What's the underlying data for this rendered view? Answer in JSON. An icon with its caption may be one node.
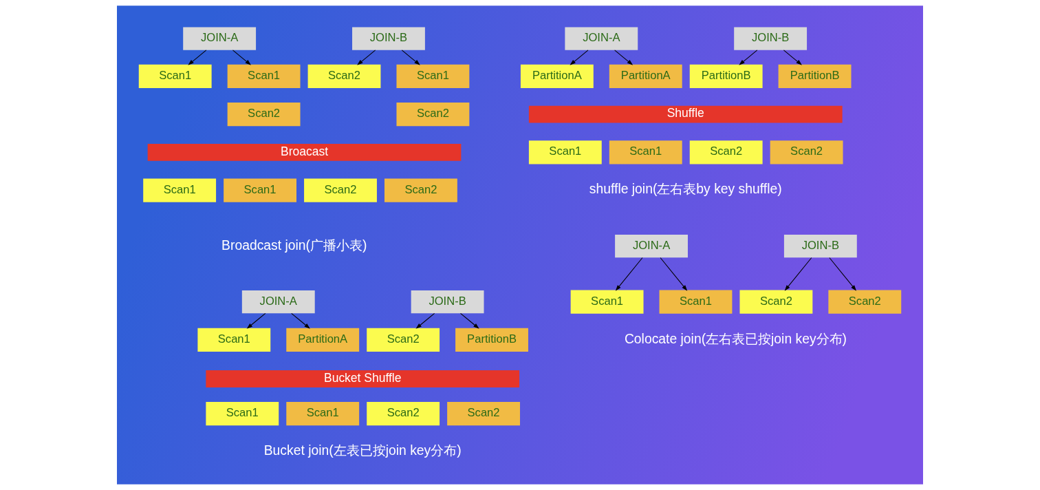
{
  "diagram": {
    "nodes": [
      {
        "text": [
          "JOIN-A"
        ]
      },
      {
        "text": [
          "Scan1"
        ]
      },
      {
        "text": [
          "Scan1"
        ]
      },
      {
        "text": [
          "Scan2"
        ]
      },
      {
        "text": [
          "JOIN-B"
        ]
      },
      {
        "text": [
          "Scan2"
        ]
      },
      {
        "text": [
          "Scan1"
        ]
      },
      {
        "text": [
          "Scan2"
        ]
      },
      {
        "text": [
          "Broacast"
        ]
      },
      {
        "text": [
          "Scan1"
        ]
      },
      {
        "text": [
          "Scan1"
        ]
      },
      {
        "text": [
          "Scan2"
        ]
      },
      {
        "text": [
          "Scan2"
        ]
      },
      {
        "text": [
          "JOIN-A"
        ]
      },
      {
        "text": [
          "PartitionA"
        ]
      },
      {
        "text": [
          "PartitionA"
        ]
      },
      {
        "text": [
          "JOIN-B"
        ]
      },
      {
        "text": [
          "PartitionB"
        ]
      },
      {
        "text": [
          "PartitionB"
        ]
      },
      {
        "text": [
          "Shuffle"
        ]
      },
      {
        "text": [
          "Scan1"
        ]
      },
      {
        "text": [
          "Scan1"
        ]
      },
      {
        "text": [
          "Scan2"
        ]
      },
      {
        "text": [
          "Scan2"
        ]
      },
      {
        "text": [
          "JOIN-A"
        ]
      },
      {
        "text": [
          "Scan1"
        ]
      },
      {
        "text": [
          "PartitionA"
        ]
      },
      {
        "text": [
          "JOIN-B"
        ]
      },
      {
        "text": [
          "Scan2"
        ]
      },
      {
        "text": [
          "PartitionB"
        ]
      },
      {
        "text": [
          "Bucket Shuffle"
        ]
      },
      {
        "text": [
          "Scan1"
        ]
      },
      {
        "text": [
          "Scan1"
        ]
      },
      {
        "text": [
          "Scan2"
        ]
      },
      {
        "text": [
          "Scan2"
        ]
      },
      {
        "text": [
          "JOIN-A"
        ]
      },
      {
        "text": [
          "Scan1"
        ]
      },
      {
        "text": [
          "Scan1"
        ]
      },
      {
        "text": [
          "JOIN-B"
        ]
      },
      {
        "text": [
          "Scan2"
        ]
      },
      {
        "text": [
          "Scan2"
        ]
      }
    ],
    "edges": [
      {
        "from": 0,
        "to": 1,
        "arrow": "to"
      },
      {
        "from": 0,
        "to": 2,
        "arrow": "to"
      },
      {
        "from": 4,
        "to": 5,
        "arrow": "to"
      },
      {
        "from": 4,
        "to": 6,
        "arrow": "to"
      },
      {
        "from": 13,
        "to": 14,
        "arrow": "to"
      },
      {
        "from": 13,
        "to": 15,
        "arrow": "to"
      },
      {
        "from": 16,
        "to": 17,
        "arrow": "to"
      },
      {
        "from": 16,
        "to": 18,
        "arrow": "to"
      },
      {
        "from": 24,
        "to": 25,
        "arrow": "to"
      },
      {
        "from": 24,
        "to": 26,
        "arrow": "to"
      },
      {
        "from": 27,
        "to": 28,
        "arrow": "to"
      },
      {
        "from": 27,
        "to": 29,
        "arrow": "to"
      },
      {
        "from": 35,
        "to": 36,
        "arrow": "to"
      },
      {
        "from": 35,
        "to": 37,
        "arrow": "to"
      },
      {
        "from": 38,
        "to": 39,
        "arrow": "to"
      },
      {
        "from": 38,
        "to": 40,
        "arrow": "to"
      }
    ],
    "labels": [
      "Broadcast join(广播小表)",
      "shuffle join(左右表by key shuffle)",
      "Bucket join(左表已按join key分布)",
      "Colocate join(左右表已按join key分布)"
    ]
  }
}
